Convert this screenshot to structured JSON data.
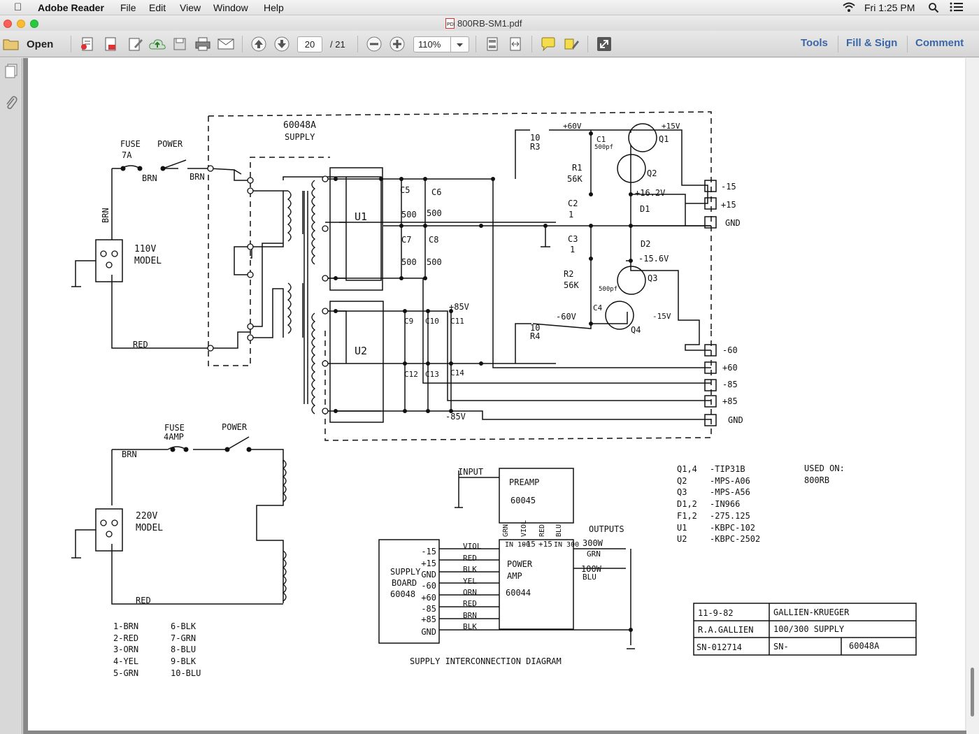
{
  "menubar": {
    "apple": "",
    "app_name": "Adobe Reader",
    "items": [
      "File",
      "Edit",
      "View",
      "Window",
      "Help"
    ],
    "clock": "Fri 1:25 PM"
  },
  "window": {
    "title": "800RB-SM1.pdf"
  },
  "toolbar": {
    "open_label": "Open",
    "page_current": "20",
    "page_total": "/ 21",
    "zoom": "110%",
    "tools_label": "Tools",
    "fill_sign_label": "Fill & Sign",
    "comment_label": "Comment"
  },
  "schematic": {
    "supply_title": "60048A",
    "supply_sub": "SUPPLY",
    "fuse1": "FUSE",
    "fuse1_rating": "7A",
    "power1": "POWER",
    "brn1": "BRN",
    "brn2": "BRN",
    "brn3": "BRN",
    "model110": "110V",
    "model_word1": "MODEL",
    "red1": "RED",
    "u1": "U1",
    "u2": "U2",
    "c5": "C5",
    "c6": "C6",
    "c5v": "500",
    "c6v": "500",
    "c7": "C7",
    "c8": "C8",
    "c7v": "500",
    "c8v": "500",
    "c9": "C9",
    "c10": "C10",
    "c11": "C11",
    "c12": "C12",
    "c13": "C13",
    "c14": "C14",
    "plus85": "+85V",
    "minus85": "-85V",
    "plus60": "+60V",
    "minus60": "-60V",
    "r3val": "10",
    "r3": "R3",
    "r4val": "10",
    "r4": "R4",
    "c1": "C1",
    "c1v": "500pf",
    "r1": "R1",
    "r1v": "56K",
    "r2": "R2",
    "r2v": "56K",
    "c2": "C2",
    "c2v": "1",
    "c3": "C3",
    "c3v": "1",
    "c4": "C4",
    "c4v": "500pf",
    "q1": "Q1",
    "q2": "Q2",
    "q3": "Q3",
    "q4": "Q4",
    "d1": "D1",
    "d2": "D2",
    "v15p": "+15V",
    "v162": "+16.2V",
    "v156": "-15.6V",
    "v15m": "-15V",
    "out_m15": "-15",
    "out_p15": "+15",
    "out_gnd1": "GND",
    "out_m60": "-60",
    "out_p60": "+60",
    "out_m85": "-85",
    "out_p85": "+85",
    "out_gnd2": "GND",
    "fuse2": "FUSE",
    "fuse2_rating": "4AMP",
    "power2": "POWER",
    "brn4": "BRN",
    "model220": "220V",
    "model_word2": "MODEL",
    "red2": "RED",
    "wire_codes": [
      "1-BRN",
      "2-RED",
      "3-ORN",
      "4-YEL",
      "5-GRN",
      "6-BLK",
      "7-GRN",
      "8-BLU",
      "9-BLK",
      "10-BLU"
    ],
    "input": "INPUT",
    "preamp": "PREAMP",
    "preamp_no": "60045",
    "preamp_pins": [
      "GRN",
      "VIOL",
      "RED",
      "BLU"
    ],
    "supply_board": "SUPPLY",
    "supply_board2": "BOARD",
    "supply_board3": "60048",
    "supply_pins": [
      "-15",
      "+15",
      "GND",
      "-60",
      "+60",
      "-85",
      "+85",
      "GND"
    ],
    "wire_colors": [
      "VIOL",
      "RED",
      "BLK",
      "YEL",
      "ORN",
      "RED",
      "BRN",
      "BLK"
    ],
    "power_amp": "POWER",
    "power_amp2": "AMP",
    "power_amp_no": "60044",
    "pa_top_pins": [
      "IN 100",
      "-15",
      "+15",
      "IN 300"
    ],
    "outputs": "OUTPUTS",
    "o300": "300W",
    "o300c": "GRN",
    "o100": "100W",
    "o100c": "BLU",
    "diagram_caption": "SUPPLY INTERCONNECTION DIAGRAM",
    "parts": [
      [
        "Q1,4",
        "-TIP31B"
      ],
      [
        "Q2",
        "-MPS-A06"
      ],
      [
        "Q3",
        "-MPS-A56"
      ],
      [
        "D1,2",
        "-IN966"
      ],
      [
        "F1,2",
        "-275.125"
      ],
      [
        "U1",
        "-KBPC-102"
      ],
      [
        "U2",
        "-KBPC-2502"
      ]
    ],
    "used_on": "USED ON:",
    "used_on_model": "800RB",
    "tb_date": "11-9-82",
    "tb_company": "GALLIEN-KRUEGER",
    "tb_author": "R.A.GALLIEN",
    "tb_title": "100/300 SUPPLY",
    "tb_sn": "SN-012714",
    "tb_sn2": "SN-",
    "tb_part": "60048A"
  }
}
